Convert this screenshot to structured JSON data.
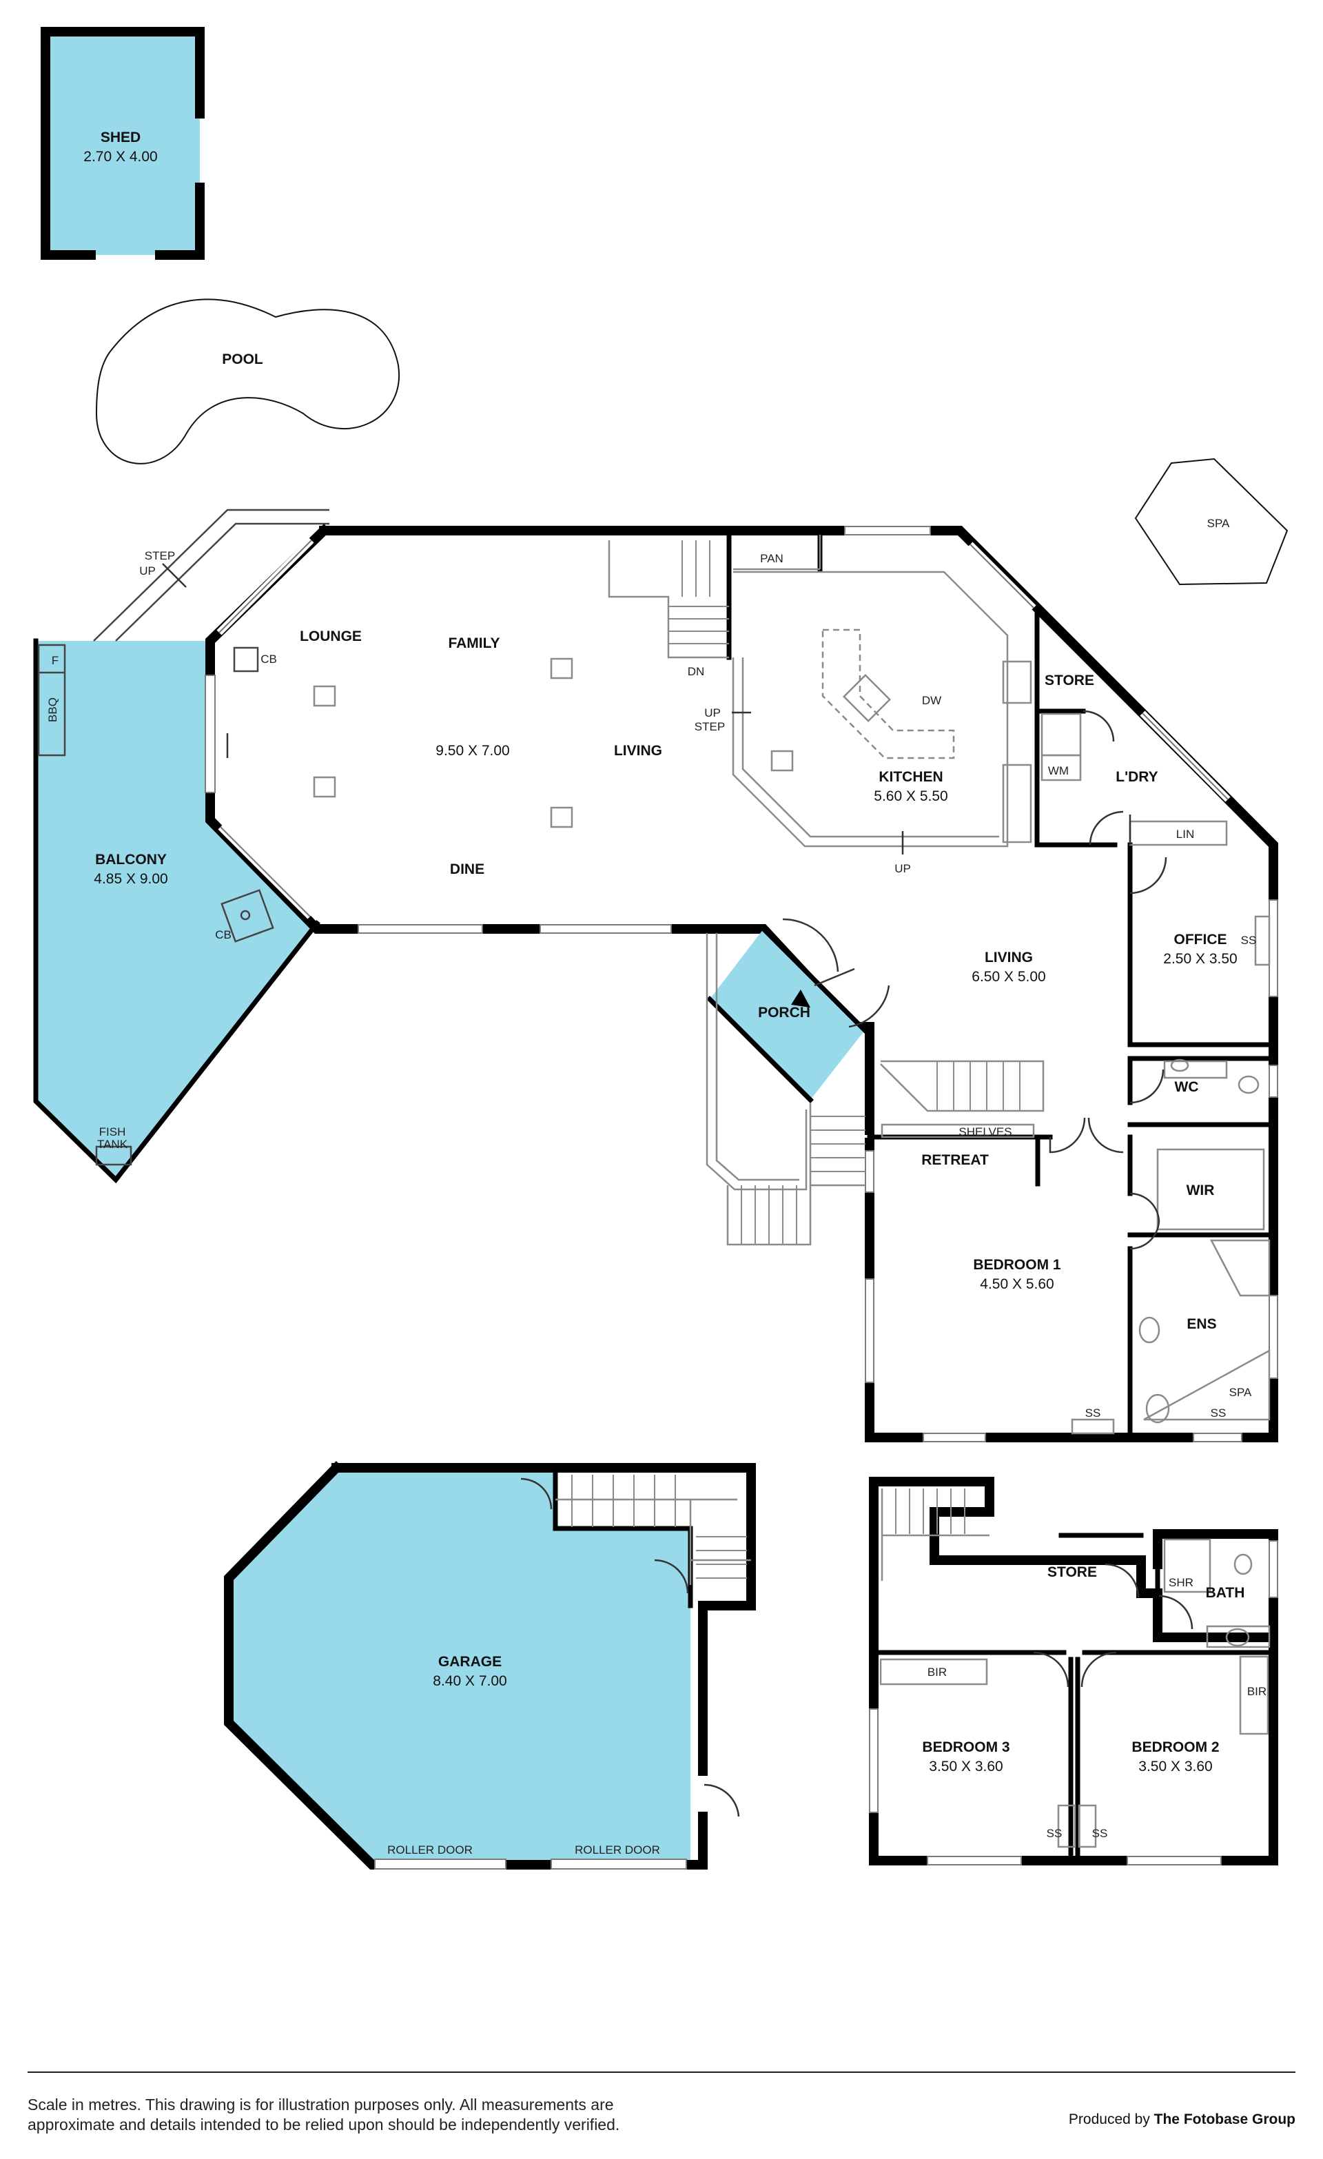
{
  "rooms": {
    "shed": {
      "name": "SHED",
      "dims": "2.70 X 4.00"
    },
    "pool": {
      "name": "POOL"
    },
    "spa_outdoor": {
      "name": "SPA"
    },
    "lounge": {
      "name": "LOUNGE"
    },
    "family": {
      "name": "FAMILY"
    },
    "main_living": {
      "name": "LIVING",
      "dims": "9.50 X 7.00"
    },
    "dine": {
      "name": "DINE"
    },
    "kitchen": {
      "name": "KITCHEN",
      "dims": "5.60 X 5.50"
    },
    "store": {
      "name": "STORE"
    },
    "laundry": {
      "name": "L'DRY"
    },
    "balcony": {
      "name": "BALCONY",
      "dims": "4.85 X 9.00"
    },
    "porch": {
      "name": "PORCH"
    },
    "living2": {
      "name": "LIVING",
      "dims": "6.50 X 5.00"
    },
    "office": {
      "name": "OFFICE",
      "dims": "2.50 X 3.50"
    },
    "wc": {
      "name": "WC"
    },
    "retreat": {
      "name": "RETREAT"
    },
    "wir": {
      "name": "WIR"
    },
    "bedroom1": {
      "name": "BEDROOM 1",
      "dims": "4.50 X 5.60"
    },
    "ens": {
      "name": "ENS"
    },
    "garage": {
      "name": "GARAGE",
      "dims": "8.40 X 7.00"
    },
    "store2": {
      "name": "STORE"
    },
    "bath": {
      "name": "BATH"
    },
    "bedroom3": {
      "name": "BEDROOM 3",
      "dims": "3.50 X 3.60"
    },
    "bedroom2": {
      "name": "BEDROOM 2",
      "dims": "3.50 X 3.60"
    }
  },
  "labels": {
    "step": "STEP",
    "up": "UP",
    "dn": "DN",
    "cb": "CB",
    "f": "F",
    "bbq": "BBQ",
    "pan": "PAN",
    "dw": "DW",
    "wm": "WM",
    "lin": "LIN",
    "ss": "SS",
    "spa": "SPA",
    "shelves": "SHELVES",
    "fish": "FISH",
    "tank": "TANK",
    "roller_door": "ROLLER DOOR",
    "bir": "BIR",
    "shr": "SHR"
  },
  "colors": {
    "outdoor_fill": "#98d9ea",
    "walls": "#000000"
  },
  "footer": {
    "disclaimer_line1": "Scale in metres. This drawing is for illustration purposes only. All measurements are",
    "disclaimer_line2": "approximate and details intended to be relied upon should be independently verified.",
    "credit_prefix": "Produced by ",
    "credit_company": "The Fotobase Group"
  }
}
